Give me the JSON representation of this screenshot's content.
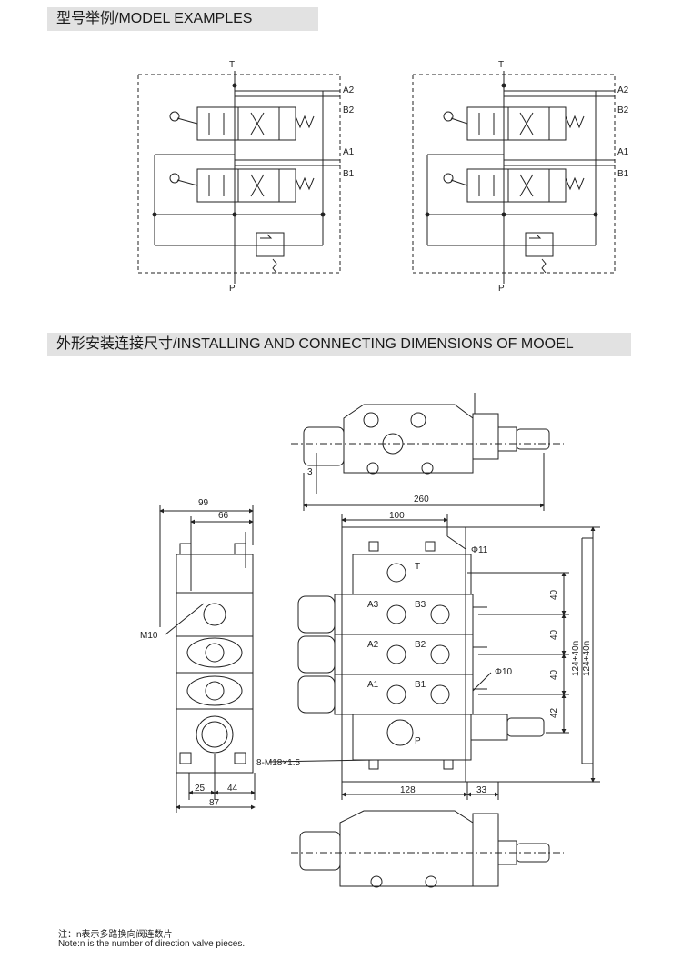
{
  "sections": {
    "model_title": "型号举例/MODEL EXAMPLES",
    "install_title": "外形安装连接尺寸/INSTALLING AND CONNECTING DIMENSIONS OF MOOEL"
  },
  "schematic": {
    "port_t": "T",
    "port_p": "P",
    "port_a2": "A2",
    "port_b2": "B2",
    "port_a1": "A1",
    "port_b1": "B1"
  },
  "dimensions": {
    "d3": "3",
    "d260": "260",
    "d99": "99",
    "d66": "66",
    "d100": "100",
    "phi11": "Φ11",
    "m10": "M10",
    "d40a": "40",
    "d40b": "40",
    "d40c": "40",
    "d42": "42",
    "phi10": "Φ10",
    "d124a": "124+40n",
    "d124b": "124+40n",
    "m18": "8-M18×1.5",
    "d25": "25",
    "d44": "44",
    "d87": "87",
    "d128": "128",
    "d33": "33",
    "port_t": "T",
    "port_p": "P",
    "a3": "A3",
    "b3": "B3",
    "a2": "A2",
    "b2": "B2",
    "a1": "A1",
    "b1": "B1"
  },
  "notes": {
    "cn": "注：n表示多路换向阀连数片",
    "en": "Note:n is the number of direction valve pieces."
  }
}
